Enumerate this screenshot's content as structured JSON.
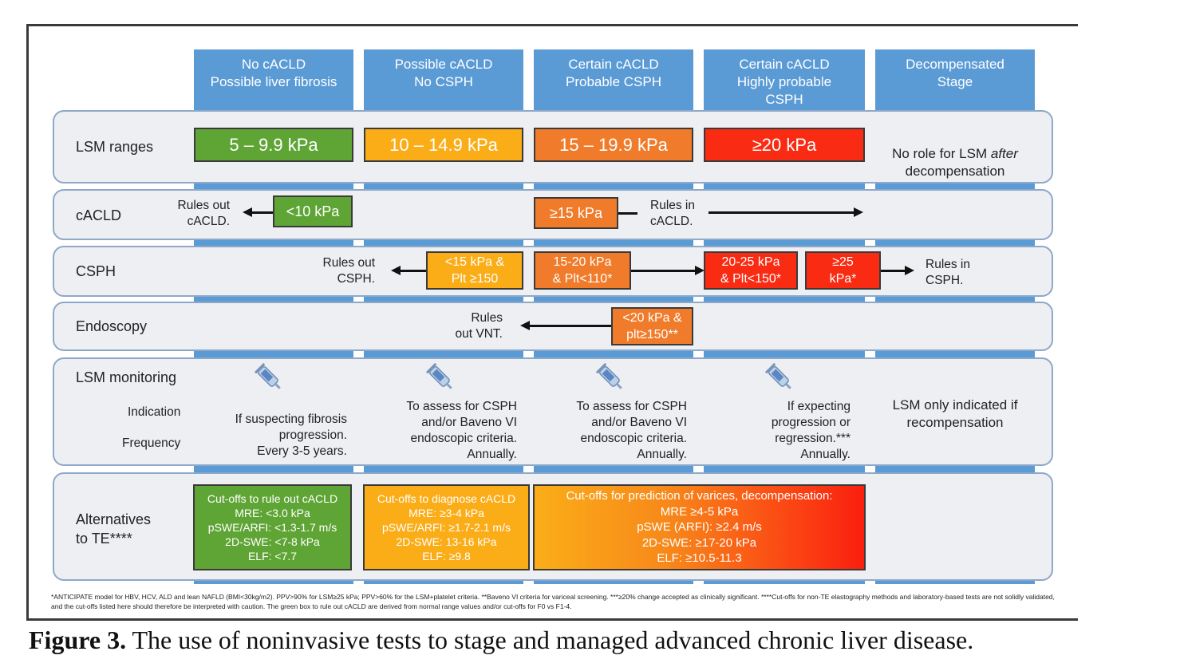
{
  "stages": [
    {
      "label": "No cACLD\nPossible liver fibrosis"
    },
    {
      "label": "Possible cACLD\nNo CSPH"
    },
    {
      "label": "Certain cACLD\nProbable CSPH"
    },
    {
      "label": "Certain cACLD\nHighly probable\nCSPH"
    },
    {
      "label": "Decompensated\nStage"
    }
  ],
  "rows": {
    "lsm_ranges": {
      "label": "LSM ranges",
      "boxes": [
        "5 – 9.9 kPa",
        "10 – 14.9 kPa",
        "15 – 19.9 kPa",
        "≥20 kPa"
      ],
      "note_pre": "No role for LSM ",
      "note_italic": "after",
      "note_post": "\ndecompensation"
    },
    "cacld": {
      "label": "cACLD",
      "rule_out": "Rules out\ncACLD.",
      "box_out": "<10 kPa",
      "box_in": "≥15 kPa",
      "rule_in": "Rules in\ncACLD."
    },
    "csph": {
      "label": "CSPH",
      "rule_out": "Rules out\nCSPH.",
      "box1": "<15 kPa &\nPlt ≥150",
      "box2": "15-20 kPa\n& Plt<110*",
      "box3": "20-25 kPa\n& Plt<150*",
      "box4": "≥25\nkPa*",
      "rule_in": "Rules in\nCSPH."
    },
    "endoscopy": {
      "label": "Endoscopy",
      "rule_out": "Rules\nout VNT.",
      "box": "<20 kPa &\nplt≥150**"
    },
    "monitoring": {
      "label": "LSM monitoring",
      "indication": "Indication",
      "frequency": "Frequency",
      "col1": "If suspecting fibrosis\nprogression.\nEvery 3-5 years.",
      "col2": "To assess for CSPH\nand/or Baveno VI\nendoscopic criteria.\nAnnually.",
      "col3": "To assess for CSPH\nand/or Baveno VI\nendoscopic criteria.\nAnnually.",
      "col4": "If expecting\nprogression or\nregression.***\nAnnually.",
      "col5": "LSM only indicated if\nrecompensation",
      "icon": "syringe-icon"
    },
    "alternatives": {
      "label": "Alternatives\nto TE****",
      "box1": [
        "Cut-offs to rule out cACLD",
        "MRE: <3.0 kPa",
        "pSWE/ARFI: <1.3-1.7 m/s",
        "2D-SWE: <7-8 kPa",
        "ELF: <7.7"
      ],
      "box2": [
        "Cut-offs to diagnose cACLD",
        "MRE: ≥3-4 kPa",
        "pSWE/ARFI: ≥1.7-2.1 m/s",
        "2D-SWE: 13-16 kPa",
        "ELF: ≥9.8"
      ],
      "box3": [
        "Cut-offs for prediction of varices, decompensation:",
        "MRE ≥4-5 kPa",
        "pSWE (ARFI): ≥2.4 m/s",
        "2D-SWE: ≥17-20 kPa",
        "ELF: ≥10.5-11.3"
      ]
    }
  },
  "footnote": "*ANTICIPATE model for HBV, HCV, ALD and lean NAFLD (BMI<30kg/m2). PPV>90% for LSM≥25 kPa; PPV>60% for the LSM+platelet criteria. **Baveno VI criteria for variceal screening. ***≥20% change accepted as clinically significant. ****Cut-offs for non-TE elastography methods and laboratory-based tests are not solidly validated, and the cut-offs listed here should therefore be interpreted with caution. The green box to rule out cACLD are derived from normal range values and/or cut-offs for F0 vs F1-4.",
  "caption": {
    "label": "Figure 3.",
    "text": " The use of noninvasive tests to stage and managed advanced chronic liver disease."
  },
  "colors": {
    "stage_blue": "#5b9bd5",
    "green": "#5fa536",
    "yellow": "#fbad18",
    "orange": "#f07c2b",
    "red": "#fa2b13",
    "panel": "#eeeff2"
  }
}
